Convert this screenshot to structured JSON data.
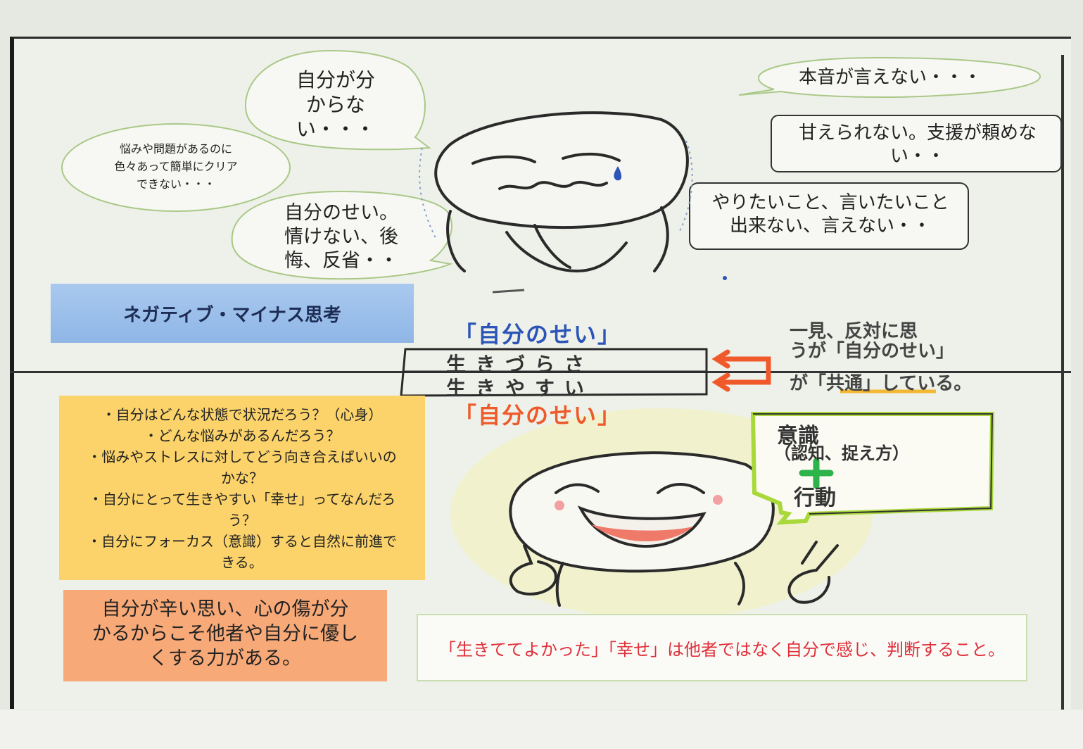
{
  "top": {
    "bubble_lost": [
      "自分が分",
      "からな",
      "い・・・"
    ],
    "bubble_problems": [
      "悩みや問題があるのに",
      "色々あって簡単にクリア",
      "できない・・・"
    ],
    "bubble_blame": [
      "自分のせい。",
      "情けない、後",
      "悔、反省・・"
    ],
    "honne": "本音が言えない・・・",
    "amae": [
      "甘えられない。支援が頼めな",
      "い・・"
    ],
    "yaritai": [
      "やりたいこと、言いたいこと",
      "出来ない、言えない・・"
    ],
    "negative_label": "ネガティブ・マイナス思考"
  },
  "middle": {
    "jibun_top": "「自分のせい」",
    "ikizurasa": "生きづらさ",
    "ikiyasui": "生きやすい",
    "jibun_bottom": "「自分のせい」",
    "note_line1": "一見、反対に思",
    "note_line2": "うが「自分のせい」",
    "note_line3": "が「共通」している。"
  },
  "bottom": {
    "questions": [
      "・自分はどんな状態で状況だろう？（心身）",
      "・どんな悩みがあるんだろう？",
      "・悩みやストレスに対してどう向き合えばいいの",
      "かな？",
      "・自分にとって生きやすい「幸せ」ってなんだろ",
      "う？",
      "・自分にフォーカス（意識）すると自然に前進で",
      "きる。"
    ],
    "strength": [
      "自分が辛い思い、心の傷が分",
      "かるからこそ他者や自分に優し",
      "くする力がある。"
    ],
    "happy_note": "「生きててよかった」「幸せ」は他者ではなく自分で感じ、判断すること。",
    "ishiki": "意識",
    "ninchi": "（認知、捉え方）",
    "kodo": "行動"
  },
  "colors": {
    "blue_box": "#8fb6e6",
    "yellow_box": "#fbd36a",
    "orange_box": "#f7a977",
    "blue_ink": "#2d55b8",
    "orange_ink": "#ee5a2b",
    "red_text": "#e0303a",
    "green_frame": "#9ad23a"
  }
}
